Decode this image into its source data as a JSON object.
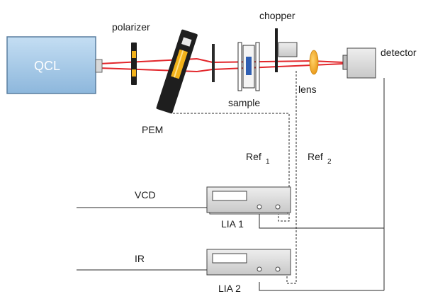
{
  "labels": {
    "qcl": "QCL",
    "polarizer": "polarizer",
    "pem": "PEM",
    "sample": "sample",
    "chopper": "chopper",
    "lens": "lens",
    "detector": "detector",
    "ref1": "Ref",
    "ref1_sub": "1",
    "ref2": "Ref",
    "ref2_sub": "2",
    "vcd": "VCD",
    "ir": "IR",
    "lia1": "LIA 1",
    "lia2": "LIA 2"
  },
  "colors": {
    "qcl_fill": "#a9cce9",
    "qcl_stroke": "#5a7fa0",
    "beam": "#e2262b",
    "lens": "#f3a51c",
    "pem_crystal": "#f2b21a",
    "sample_window": "#2f5fb3",
    "device_body": "#d4d4d4",
    "line": "#2a2a2a"
  }
}
